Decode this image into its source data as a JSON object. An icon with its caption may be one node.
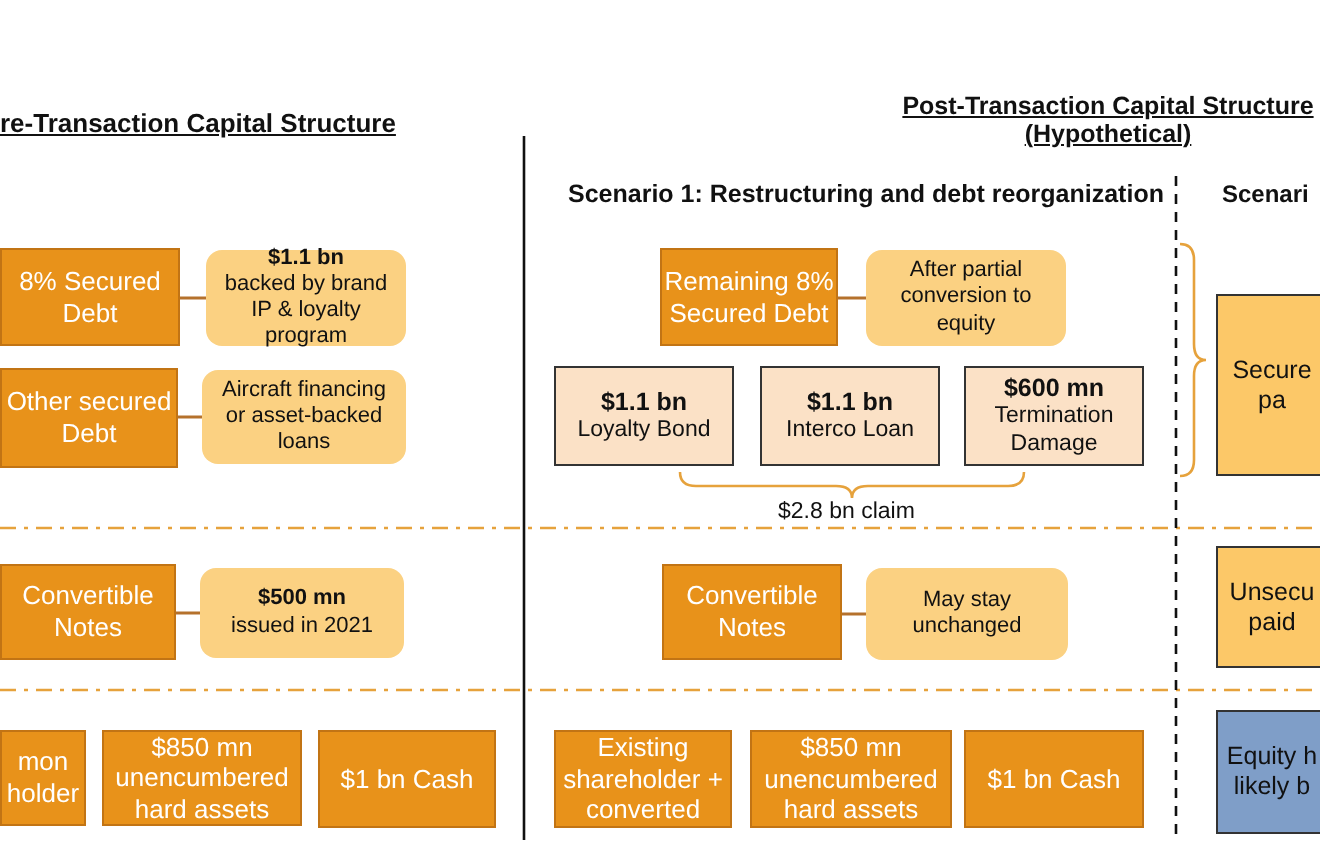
{
  "diagram": {
    "nodes": [
      {
        "text": [
          "8% Secured Debt"
        ]
      },
      {
        "text": [
          "**$1.1 bn** backed by brand IP & loyalty program"
        ]
      },
      {
        "text": [
          "Other secured Debt"
        ]
      },
      {
        "text": [
          "Aircraft financing or asset-backed loans"
        ]
      },
      {
        "text": [
          "Convertible Notes"
        ]
      },
      {
        "text": [
          "**$500 mn** issued in 2021"
        ]
      },
      {
        "text": [
          "mon holder"
        ]
      },
      {
        "text": [
          "$850 mn unencumbered hard assets"
        ]
      },
      {
        "text": [
          "$1 bn Cash"
        ]
      },
      {
        "text": [
          "Remaining 8% Secured Debt"
        ]
      },
      {
        "text": [
          "After partial conversion to equity"
        ]
      },
      {
        "text": [
          "$1.1 bn",
          "Loyalty Bond"
        ]
      },
      {
        "text": [
          "$1.1 bn",
          "Interco Loan"
        ]
      },
      {
        "text": [
          "$600 mn",
          "Termination Damage"
        ]
      },
      {
        "text": [
          "Convertible Notes"
        ]
      },
      {
        "text": [
          "May stay unchanged"
        ]
      },
      {
        "text": [
          "Existing shareholder + converted"
        ]
      },
      {
        "text": [
          "$850 mn unencumbered hard assets"
        ]
      },
      {
        "text": [
          "$1 bn Cash"
        ]
      },
      {
        "text": [
          "Secure pa"
        ]
      },
      {
        "text": [
          "Unsecu paid"
        ]
      },
      {
        "text": [
          "Equity h likely b"
        ]
      }
    ],
    "edges": [
      {
        "from": 0,
        "to": 1,
        "arrow": "none"
      },
      {
        "from": 2,
        "to": 3,
        "arrow": "none"
      },
      {
        "from": 4,
        "to": 5,
        "arrow": "none"
      },
      {
        "from": 9,
        "to": 10,
        "arrow": "none"
      },
      {
        "from": 14,
        "to": 15,
        "arrow": "none"
      }
    ],
    "labels": [
      "re-Transaction Capital Structure",
      "Post-Transaction Capital Structure (Hypothetical)",
      "Scenario 1: Restructuring and debt reorganization",
      "Scenari",
      "$2.8 bn claim"
    ]
  }
}
